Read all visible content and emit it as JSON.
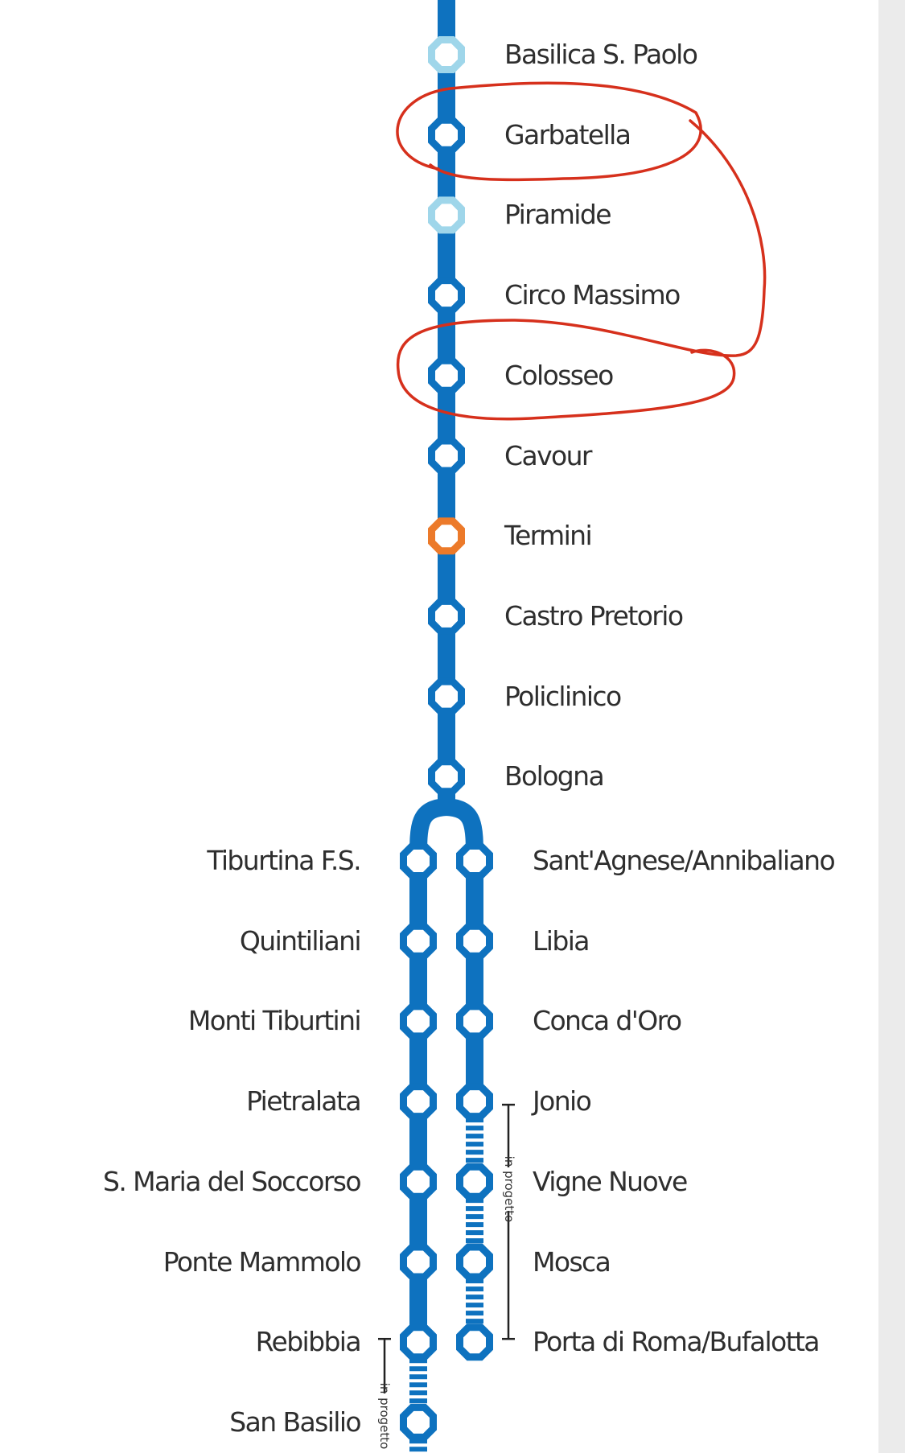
{
  "colors": {
    "line": "#0e72bf",
    "interchange_metro": "#9fd6ea",
    "interchange_fs": "#ec7a2a",
    "annotation": "#d6301c",
    "background": "#ffffff"
  },
  "trunk": {
    "stations": [
      {
        "name": "Basilica S. Paolo",
        "type": "interchange-light"
      },
      {
        "name": "Garbatella",
        "type": "regular",
        "circled": true
      },
      {
        "name": "Piramide",
        "type": "interchange-light"
      },
      {
        "name": "Circo Massimo",
        "type": "regular"
      },
      {
        "name": "Colosseo",
        "type": "regular",
        "circled": true
      },
      {
        "name": "Cavour",
        "type": "regular"
      },
      {
        "name": "Termini",
        "type": "interchange-orange"
      },
      {
        "name": "Castro Pretorio",
        "type": "regular"
      },
      {
        "name": "Policlinico",
        "type": "regular"
      },
      {
        "name": "Bologna",
        "type": "regular"
      }
    ]
  },
  "branch_left": {
    "stations": [
      {
        "name": "Tiburtina F.S."
      },
      {
        "name": "Quintiliani"
      },
      {
        "name": "Monti Tiburtini"
      },
      {
        "name": "Pietralata"
      },
      {
        "name": "S. Maria del Soccorso"
      },
      {
        "name": "Ponte Mammolo"
      },
      {
        "name": "Rebibbia"
      },
      {
        "name": "San Basilio"
      }
    ],
    "construction_note": "in progetto"
  },
  "branch_right": {
    "stations": [
      {
        "name": "Sant'Agnese/Annibaliano"
      },
      {
        "name": "Libia"
      },
      {
        "name": "Conca d'Oro"
      },
      {
        "name": "Jonio"
      },
      {
        "name": "Vigne Nuove"
      },
      {
        "name": "Mosca"
      },
      {
        "name": "Porta di Roma/Bufalotta"
      }
    ],
    "construction_note": "in progetto"
  },
  "annotations": [
    {
      "type": "hand-drawn-loop",
      "marks": [
        "Garbatella",
        "Colosseo"
      ]
    }
  ]
}
